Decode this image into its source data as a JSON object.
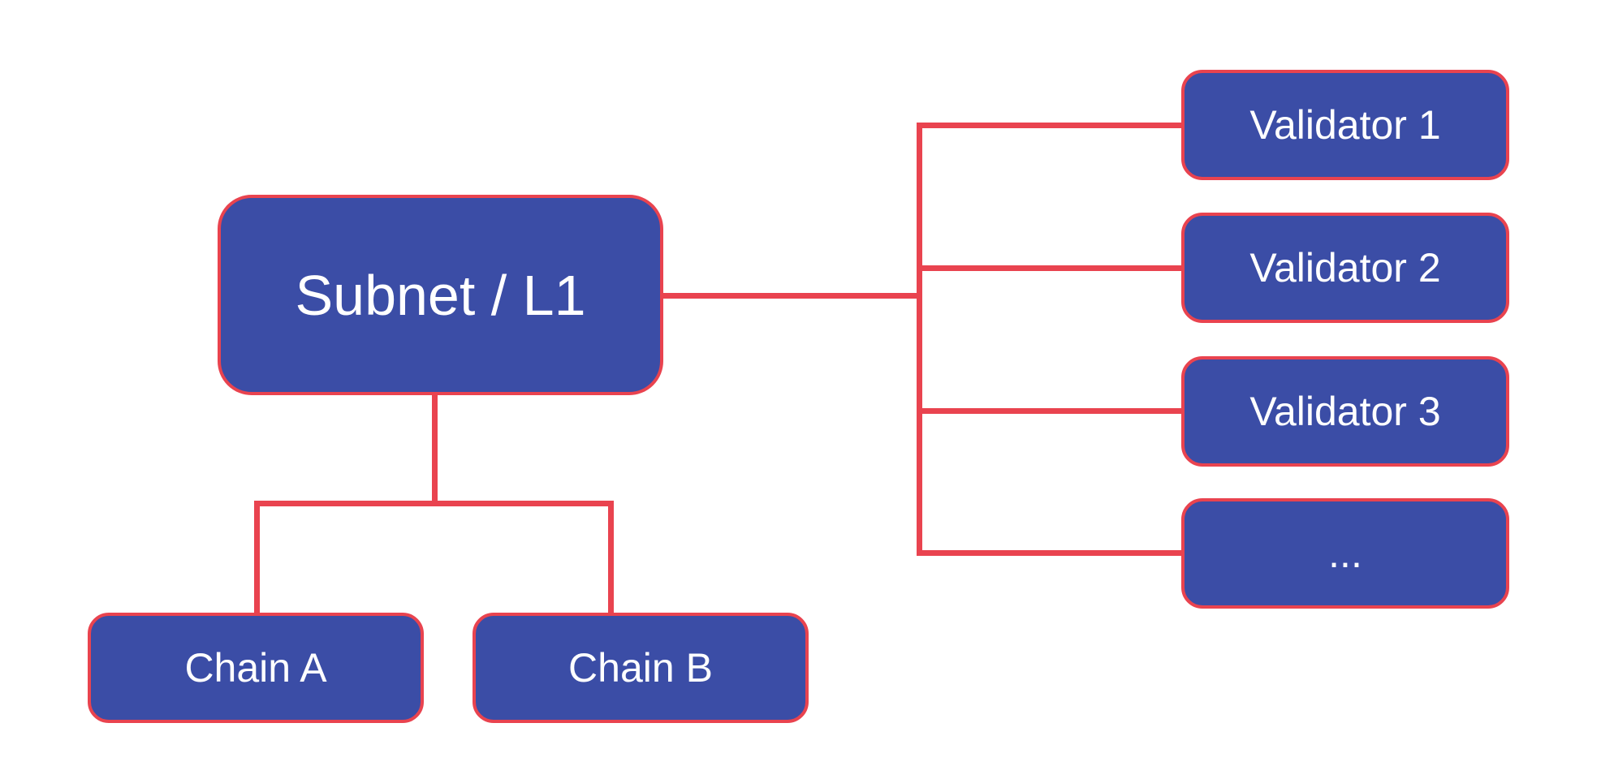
{
  "diagram": {
    "root": {
      "label": "Subnet / L1"
    },
    "chains": [
      {
        "label": "Chain A"
      },
      {
        "label": "Chain B"
      }
    ],
    "validators": [
      {
        "label": "Validator 1"
      },
      {
        "label": "Validator 2"
      },
      {
        "label": "Validator 3"
      },
      {
        "label": "..."
      }
    ]
  },
  "theme": {
    "node_fill": "#3B4DA6",
    "node_border": "#E9434F",
    "connector_color": "#E9434F",
    "label_color": "#FFFFFF",
    "background": "#FFFFFF"
  }
}
